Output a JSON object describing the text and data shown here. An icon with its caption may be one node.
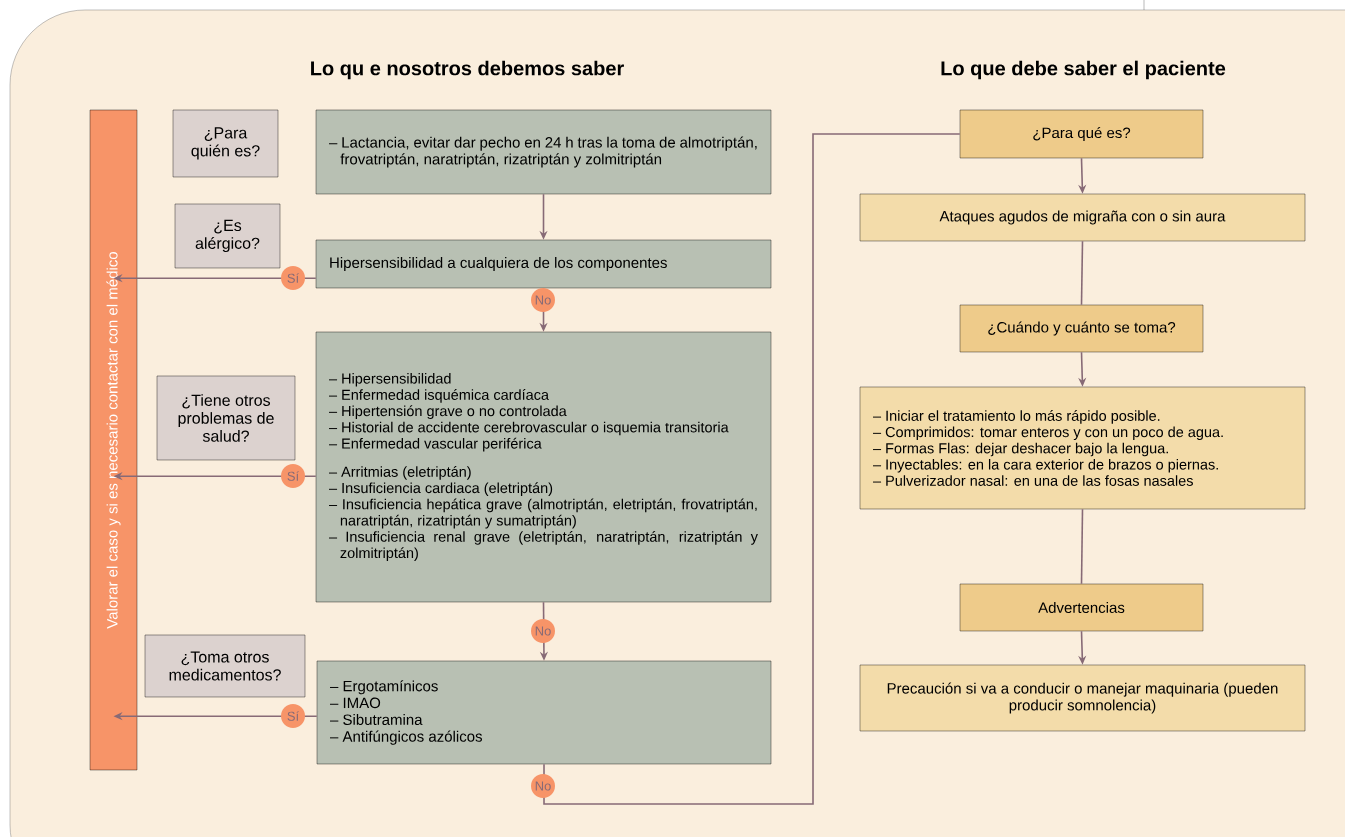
{
  "diagram": {
    "nodes": [
      {
        "text": [
          "Valorar el caso y si es necesario contactar con el médico"
        ]
      },
      {
        "text": [
          "¿Para quién es?"
        ]
      },
      {
        "text": [
          "¿Es alérgico?"
        ]
      },
      {
        "text": [
          "¿Tiene otros problemas de salud?"
        ]
      },
      {
        "text": [
          "¿Toma otros medicamentos?"
        ]
      },
      {
        "text": [
          "– Lactancia, evitar dar pecho en 24 h tras la toma de almotriptán, frovatriptán, naratriptán, rizatriptán y zolmitriptán"
        ]
      },
      {
        "text": [
          "Hipersensibilidad a cualquiera de los componentes"
        ]
      },
      {
        "text": [
          "– Hipersensibilidad",
          "– Enfermedad isquémica cardíaca",
          "– Hipertensión grave o no controlada",
          "– Historial de accidente cerebrovascular o isquemia transitoria",
          "– Enfermedad vascular periférica",
          "– Arritmias (eletriptán)",
          "– Insuficiencia cardiaca (eletriptán)",
          "– Insuficiencia hepática grave (almotriptán, eletriptán, frovatriptán, naratriptán, rizatriptán y sumatriptán)",
          "– Insuficiencia renal grave (eletriptán, naratriptán, rizatriptán y zolmitriptán)"
        ]
      },
      {
        "text": [
          "– Ergotamínicos",
          "– IMAO",
          "– Sibutramina",
          "– Antifúngicos azólicos"
        ]
      },
      {
        "text": [
          "¿Para qué es?"
        ]
      },
      {
        "text": [
          "Ataques agudos de migraña con o sin aura"
        ]
      },
      {
        "text": [
          "¿Cuándo y cuánto se toma?"
        ]
      },
      {
        "text": [
          "– Iniciar el tratamiento lo más rápido posible.",
          "– Comprimidos: tomar enteros y con un poco de agua.",
          "– Formas Flas: dejar deshacer bajo la lengua.",
          "– Inyectables: en la cara exterior de brazos o piernas.",
          "– Pulverizador nasal: en una de las fosas nasales"
        ]
      },
      {
        "text": [
          "Advertencias"
        ]
      },
      {
        "text": [
          "Precaución si va a conducir o manejar maquinaria (pueden producir somnolencia)"
        ]
      }
    ],
    "edges": [
      {
        "from": 5,
        "to": 6,
        "arrow": "to"
      },
      {
        "from": 6,
        "to": 0,
        "arrow": "to",
        "label": "Sí"
      },
      {
        "from": 6,
        "to": 7,
        "arrow": "to",
        "label": "No"
      },
      {
        "from": 7,
        "to": 0,
        "arrow": "to",
        "label": "Sí"
      },
      {
        "from": 7,
        "to": 8,
        "arrow": "to",
        "label": "No"
      },
      {
        "from": 8,
        "to": 0,
        "arrow": "to",
        "label": "Sí"
      },
      {
        "from": 8,
        "to": 9,
        "arrow": "none",
        "label": "No"
      },
      {
        "from": 9,
        "to": 10,
        "arrow": "to"
      },
      {
        "from": 10,
        "to": 11,
        "arrow": "none"
      },
      {
        "from": 11,
        "to": 12,
        "arrow": "to"
      },
      {
        "from": 12,
        "to": 13,
        "arrow": "none"
      },
      {
        "from": 13,
        "to": 14,
        "arrow": "to"
      }
    ],
    "labels": [
      "Lo qu e nosotros debemos saber",
      "Lo que debe saber el paciente"
    ]
  }
}
